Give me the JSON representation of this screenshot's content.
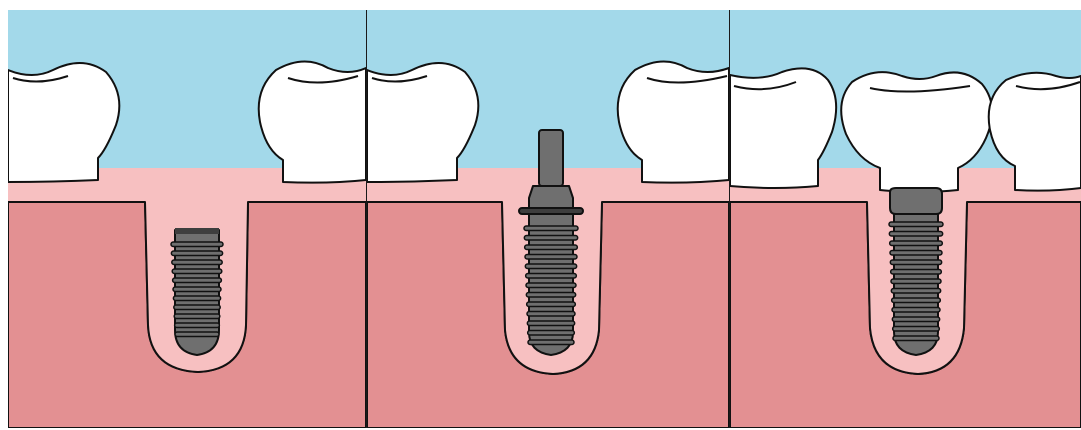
{
  "colors": {
    "sky": "#a3d9ea",
    "gum": "#f7c0c1",
    "bone": "#e39092",
    "socket_fill": "#f7c0c1",
    "tooth": "#ffffff",
    "outline": "#111111",
    "implant": "#6f6f6f",
    "implant_dark": "#3e3e3e",
    "divider": "#1a1a1a"
  },
  "icons": {
    "panel_1": [
      "tooth-icon",
      "socket-icon",
      "implant-screw-icon"
    ],
    "panel_2": [
      "tooth-icon",
      "socket-icon",
      "implant-screw-icon",
      "abutment-icon"
    ],
    "panel_3": [
      "tooth-icon",
      "crown-icon",
      "socket-icon",
      "implant-screw-icon"
    ]
  },
  "stages": [
    {
      "name": "implant-placed"
    },
    {
      "name": "abutment-attached"
    },
    {
      "name": "crown-fitted"
    }
  ]
}
